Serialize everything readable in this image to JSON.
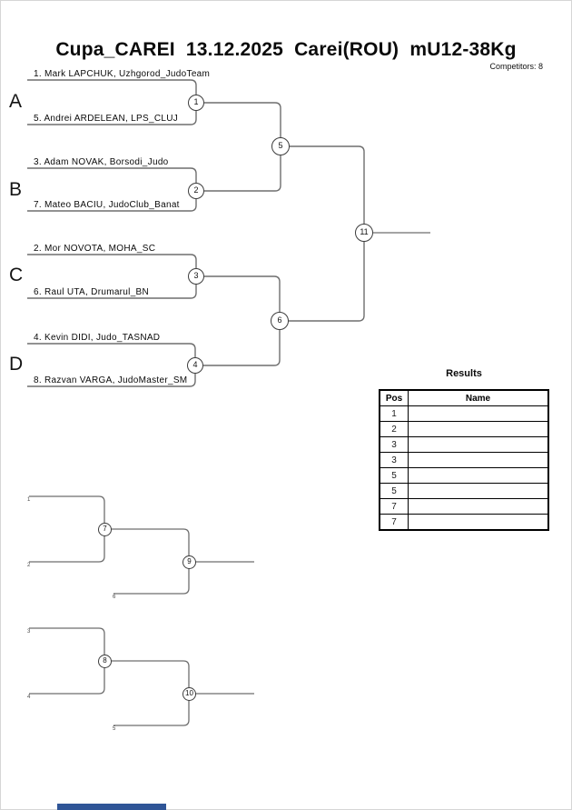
{
  "header": {
    "title": "Cupa_CAREI  13.12.2025  Carei(ROU)  mU12-38Kg",
    "competitors_label": "Competitors: 8"
  },
  "bracket": {
    "sections": [
      {
        "letter": "A",
        "top_name": "1. Mark LAPCHUK, Uzhgorod_JudoTeam",
        "bottom_name": "5. Andrei ARDELEAN, LPS_CLUJ",
        "match": "1"
      },
      {
        "letter": "B",
        "top_name": "3. Adam NOVAK, Borsodi_Judo",
        "bottom_name": "7. Mateo BACIU, JudoClub_Banat",
        "match": "2"
      },
      {
        "letter": "C",
        "top_name": "2. Mor NOVOTA, MOHA_SC",
        "bottom_name": "6. Raul UTA, Drumarul_BN",
        "match": "3"
      },
      {
        "letter": "D",
        "top_name": "4. Kevin DIDI, Judo_TASNAD",
        "bottom_name": "8. Razvan VARGA, JudoMaster_SM",
        "match": "4"
      }
    ],
    "semifinal_matches": [
      "5",
      "6"
    ],
    "final_match": "11"
  },
  "repechage": {
    "bracket1": {
      "slot_top": "1",
      "slot_mid": "2",
      "slot_bottom": "6",
      "match_first": "7",
      "match_final": "9"
    },
    "bracket2": {
      "slot_top": "3",
      "slot_mid": "4",
      "slot_bottom": "5",
      "match_first": "8",
      "match_final": "10"
    }
  },
  "results": {
    "title": "Results",
    "col_pos": "Pos",
    "col_name": "Name",
    "rows": [
      {
        "pos": "1",
        "name": ""
      },
      {
        "pos": "2",
        "name": ""
      },
      {
        "pos": "3",
        "name": ""
      },
      {
        "pos": "3",
        "name": ""
      },
      {
        "pos": "5",
        "name": ""
      },
      {
        "pos": "5",
        "name": ""
      },
      {
        "pos": "7",
        "name": ""
      },
      {
        "pos": "7",
        "name": ""
      }
    ]
  },
  "colors": {
    "bracket_line": "#6e6e6e",
    "circle_border": "#3c3c3c",
    "footer_bar": "#2f5597"
  }
}
